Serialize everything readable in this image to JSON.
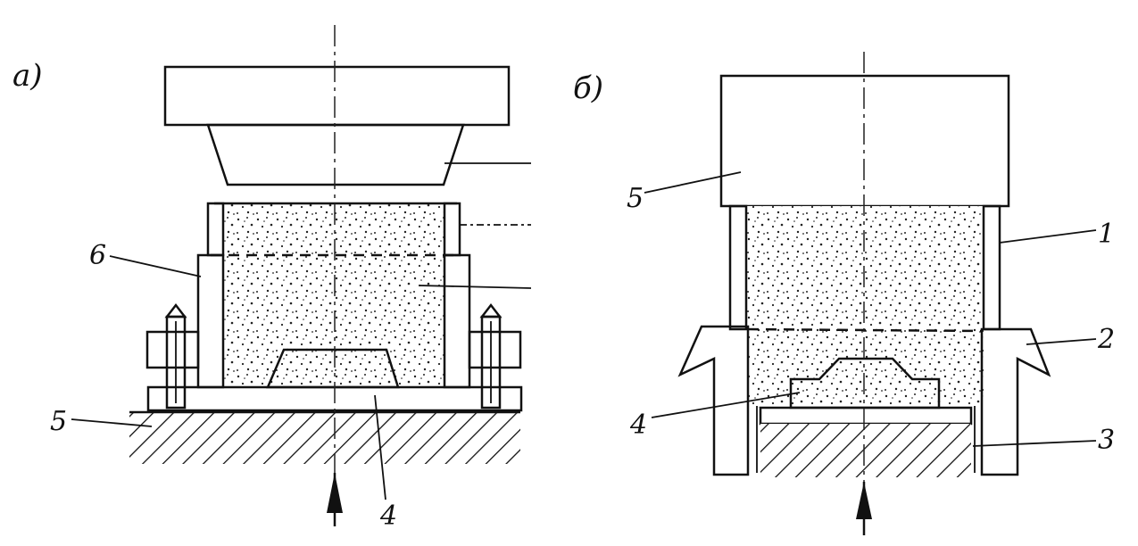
{
  "panel_a": {
    "label": "a)",
    "callouts": {
      "six": "6",
      "five": "5",
      "four": "4"
    }
  },
  "panel_b": {
    "label": "б)",
    "callouts": {
      "five": "5",
      "one": "1",
      "two": "2",
      "four": "4",
      "three": "3"
    }
  }
}
